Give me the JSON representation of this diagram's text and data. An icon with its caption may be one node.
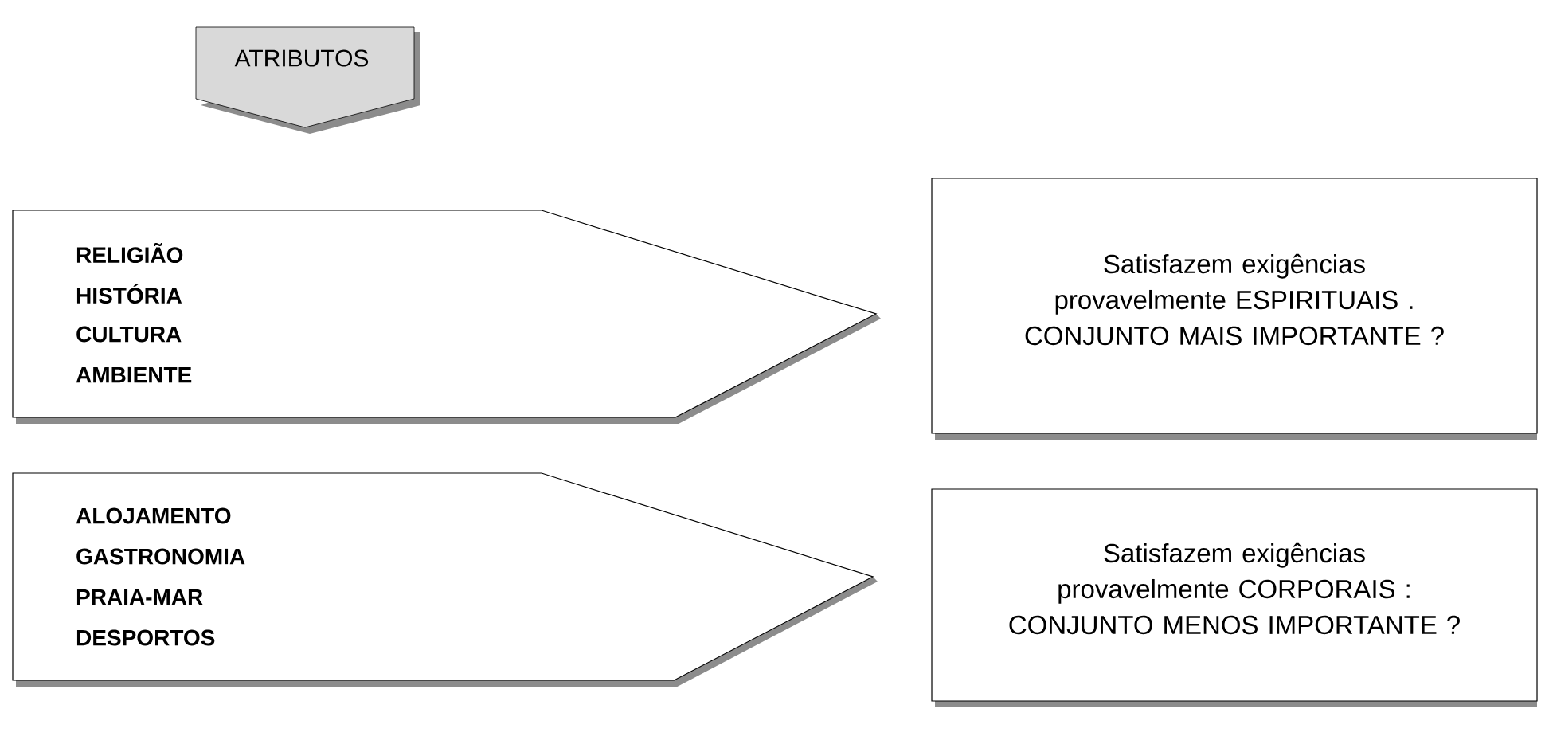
{
  "diagram": {
    "nodes": [
      {
        "text": [
          "ATRIBUTOS"
        ]
      },
      {
        "text": [
          "RELIGIÃO",
          "HISTÓRIA",
          "CULTURA",
          "AMBIENTE"
        ]
      },
      {
        "text": [
          "Satisfazem exigências provavelmente ESPIRITUAIS .",
          "CONJUNTO MAIS IMPORTANTE ?"
        ]
      },
      {
        "text": [
          "ALOJAMENTO",
          "GASTRONOMIA",
          "PRAIA-MAR",
          "DESPORTOS"
        ]
      },
      {
        "text": [
          "Satisfazem exigências provavelmente CORPORAIS :",
          "CONJUNTO MENOS IMPORTANTE ?"
        ]
      }
    ]
  }
}
